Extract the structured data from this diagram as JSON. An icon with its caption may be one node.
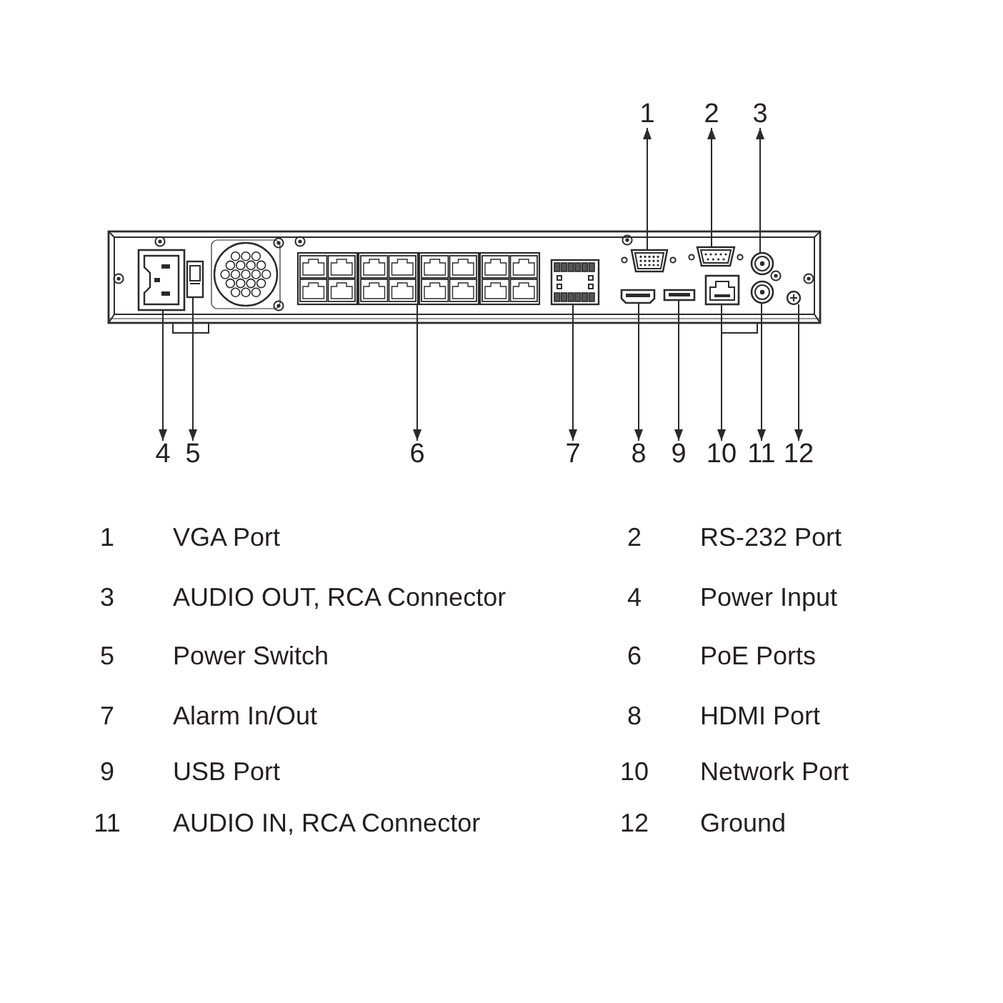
{
  "diagram": {
    "nodes": [
      {
        "text": [
          "1"
        ]
      },
      {
        "text": [
          "2"
        ]
      },
      {
        "text": [
          "3"
        ]
      },
      {
        "text": [],
        "shape": "picture"
      },
      {
        "text": [],
        "shape": "picture"
      },
      {
        "text": [],
        "shape": "picture"
      },
      {
        "text": [],
        "shape": "picture"
      },
      {
        "text": [],
        "shape": "picture"
      },
      {
        "text": [],
        "shape": "picture"
      },
      {
        "text": [],
        "shape": "picture"
      },
      {
        "text": [],
        "shape": "picture"
      },
      {
        "text": [],
        "shape": "picture"
      },
      {
        "text": [],
        "shape": "picture"
      },
      {
        "text": [],
        "shape": "picture"
      },
      {
        "text": [],
        "shape": "picture"
      },
      {
        "text": [
          "4"
        ]
      },
      {
        "text": [
          "5"
        ]
      },
      {
        "text": [
          "6"
        ]
      },
      {
        "text": [
          "7"
        ]
      },
      {
        "text": [
          "8"
        ]
      },
      {
        "text": [
          "9"
        ]
      },
      {
        "text": [
          "10"
        ]
      },
      {
        "text": [
          "11"
        ]
      },
      {
        "text": [
          "12"
        ]
      }
    ],
    "edges": [
      {
        "from": 3,
        "to": 0,
        "arrow": "to"
      },
      {
        "from": 4,
        "to": 1,
        "arrow": "to"
      },
      {
        "from": 5,
        "to": 2,
        "arrow": "to"
      },
      {
        "from": 6,
        "to": 15,
        "arrow": "to"
      },
      {
        "from": 7,
        "to": 16,
        "arrow": "to"
      },
      {
        "from": 8,
        "to": 17,
        "arrow": "to"
      },
      {
        "from": 9,
        "to": 18,
        "arrow": "to"
      },
      {
        "from": 10,
        "to": 19,
        "arrow": "to"
      },
      {
        "from": 11,
        "to": 20,
        "arrow": "to"
      },
      {
        "from": 12,
        "to": 21,
        "arrow": "to"
      },
      {
        "from": 13,
        "to": 22,
        "arrow": "to"
      },
      {
        "from": 14,
        "to": 23,
        "arrow": "to"
      }
    ],
    "labels": [
      "1",
      "VGA Port",
      "2",
      "RS-232 Port",
      "3",
      "AUDIO OUT, RCA Connector",
      "4",
      "Power Input",
      "5",
      "Power Switch",
      "6",
      "PoE Ports",
      "7",
      "Alarm In/Out",
      "8",
      "HDMI Port",
      "9",
      "USB Port",
      "10",
      "Network Port",
      "11",
      "AUDIO IN, RCA Connector",
      "12",
      "Ground"
    ]
  }
}
